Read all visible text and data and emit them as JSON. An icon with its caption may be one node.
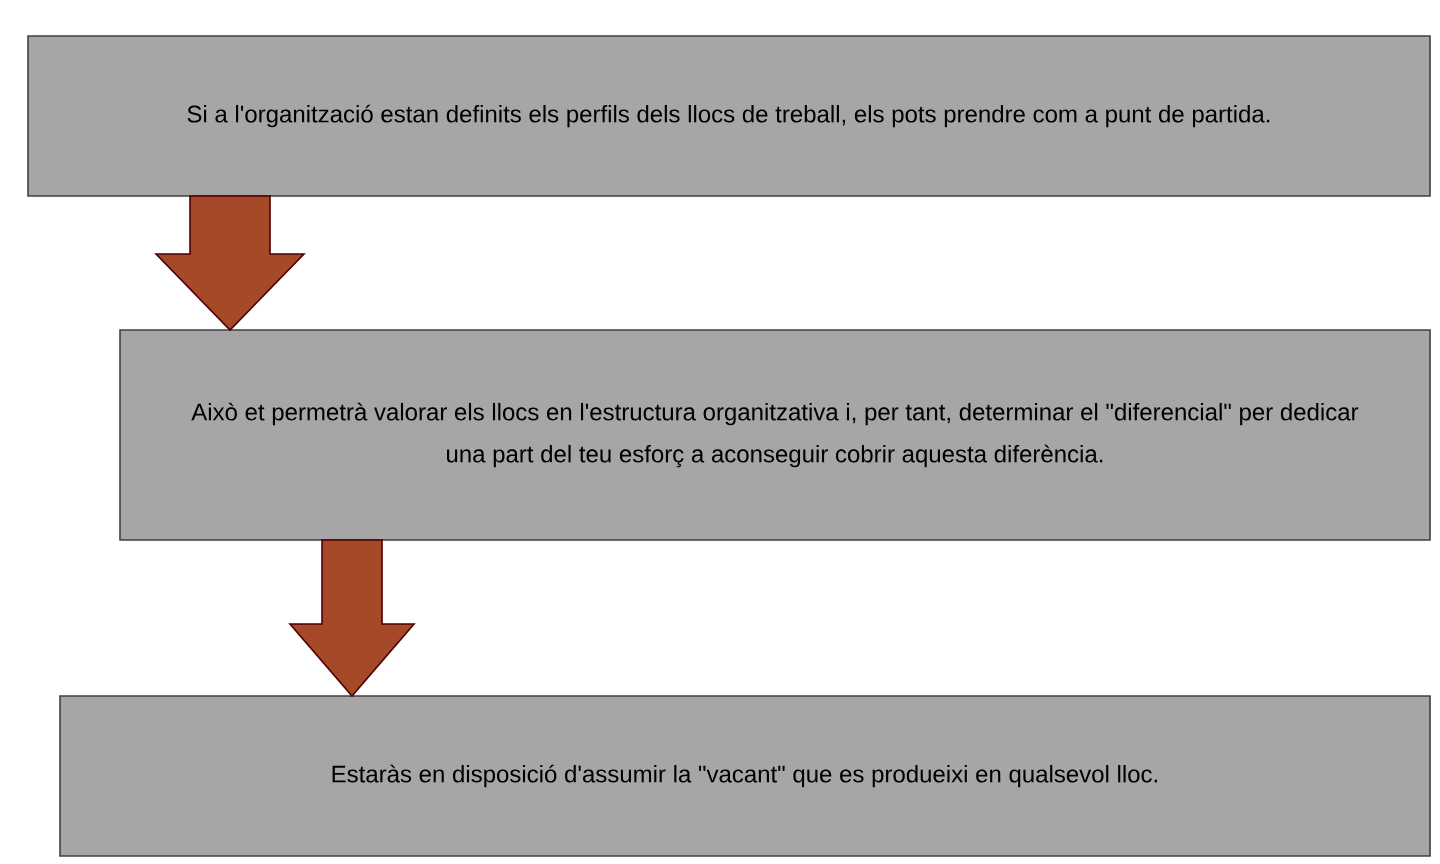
{
  "diagram": {
    "nodes": [
      {
        "text": [
          "Si a l'organització estan definits els perfils dels llocs de treball, els pots prendre com a punt de partida."
        ]
      },
      {
        "text": [
          "Això et permetrà valorar els llocs en l'estructura organitzativa i, per tant, determinar el \"diferencial\" per dedicar una part del teu esforç a aconseguir cobrir aquesta diferència."
        ]
      },
      {
        "text": [
          "Estaràs en disposició d'assumir la \"vacant\" que es produeixi en qualsevol lloc."
        ]
      }
    ],
    "edges": [
      {
        "from": 0,
        "to": 1,
        "arrow": "to"
      },
      {
        "from": 1,
        "to": 2,
        "arrow": "to"
      }
    ]
  }
}
